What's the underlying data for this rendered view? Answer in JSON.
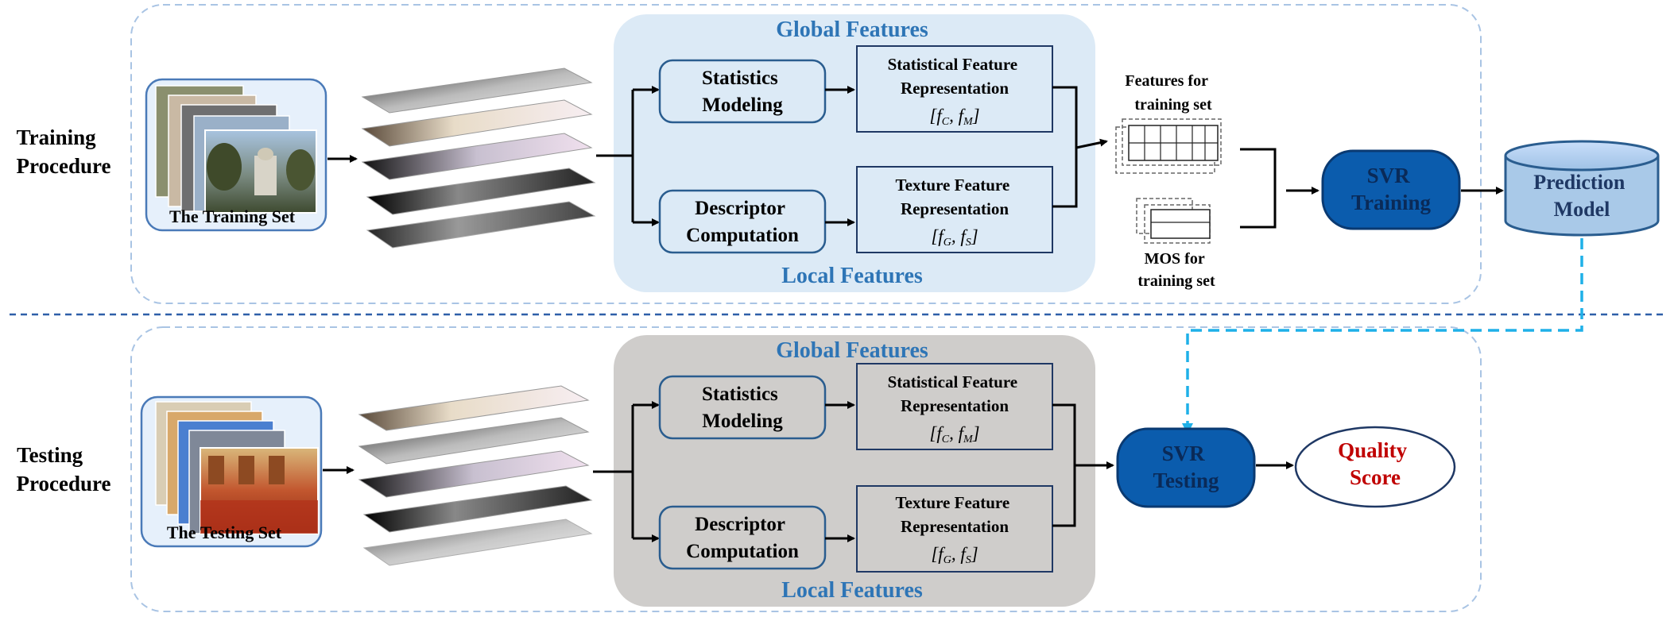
{
  "training": {
    "procedure_line1": "Training",
    "procedure_line2": "Procedure",
    "set_label": "The Training Set",
    "global_features": "Global Features",
    "local_features": "Local Features",
    "statistics_modeling_line1": "Statistics",
    "statistics_modeling_line2": "Modeling",
    "descriptor_computation_line1": "Descriptor",
    "descriptor_computation_line2": "Computation",
    "statistical_repr_line1": "Statistical Feature",
    "statistical_repr_line2": "Representation",
    "statistical_repr_formula": "[fC, fM]",
    "texture_repr_line1": "Texture Feature",
    "texture_repr_line2": "Representation",
    "texture_repr_formula": "[fG, fS]",
    "features_for_line1": "Features for",
    "features_for_line2": "training set",
    "mos_for_line1": "MOS for",
    "mos_for_line2": "training set",
    "svr_line1": "SVR",
    "svr_line2": "Training",
    "prediction_line1": "Prediction",
    "prediction_line2": "Model"
  },
  "testing": {
    "procedure_line1": "Testing",
    "procedure_line2": "Procedure",
    "set_label": "The Testing Set",
    "global_features": "Global Features",
    "local_features": "Local Features",
    "statistics_modeling_line1": "Statistics",
    "statistics_modeling_line2": "Modeling",
    "descriptor_computation_line1": "Descriptor",
    "descriptor_computation_line2": "Computation",
    "statistical_repr_line1": "Statistical Feature",
    "statistical_repr_line2": "Representation",
    "statistical_repr_formula": "[fC, fM]",
    "texture_repr_line1": "Texture Feature",
    "texture_repr_line2": "Representation",
    "texture_repr_formula": "[fG, fS]",
    "svr_line1": "SVR",
    "svr_line2": "Testing",
    "quality_line1": "Quality",
    "quality_line2": "Score"
  },
  "colors": {
    "blue_title": "#2e75b6",
    "dark_navy": "#1f3864",
    "svr_fill": "#0b5cad",
    "prediction_fill": "#a9c9e8",
    "training_panel": "#dceaf6",
    "testing_panel": "#cfcdcb",
    "quality_red": "#c00000",
    "dash_blue": "#1fb0e8"
  }
}
